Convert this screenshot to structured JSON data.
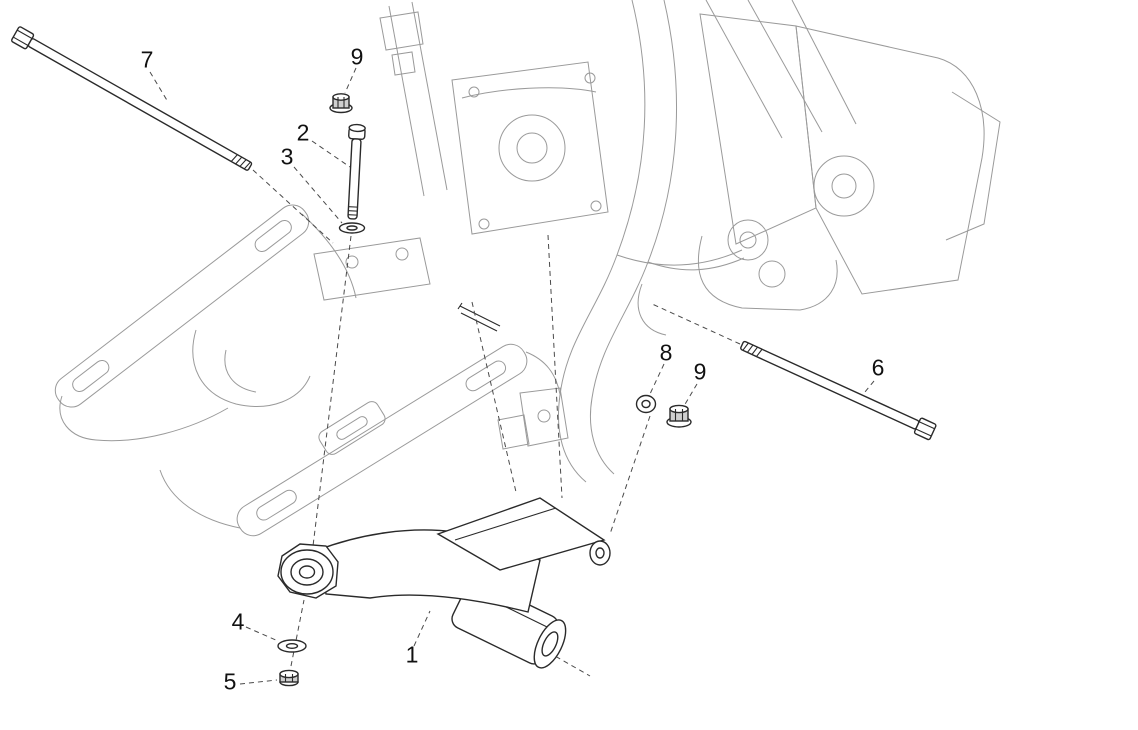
{
  "figure": {
    "type": "exploded-parts-diagram",
    "background": "#ffffff",
    "part_line_color": "#2a2a2a",
    "frame_line_color": "#9a9a9a",
    "leader_line_color": "#4a4a4a",
    "callouts": [
      {
        "label": "7",
        "part": "long-bolt-top-left"
      },
      {
        "label": "9",
        "part": "flange-nut-top"
      },
      {
        "label": "2",
        "part": "bolt"
      },
      {
        "label": "3",
        "part": "washer"
      },
      {
        "label": "8",
        "part": "washer"
      },
      {
        "label": "9",
        "part": "flange-nut"
      },
      {
        "label": "6",
        "part": "long-bolt-right"
      },
      {
        "label": "4",
        "part": "washer"
      },
      {
        "label": "5",
        "part": "nut"
      },
      {
        "label": "1",
        "part": "engine-mount-link"
      }
    ]
  }
}
